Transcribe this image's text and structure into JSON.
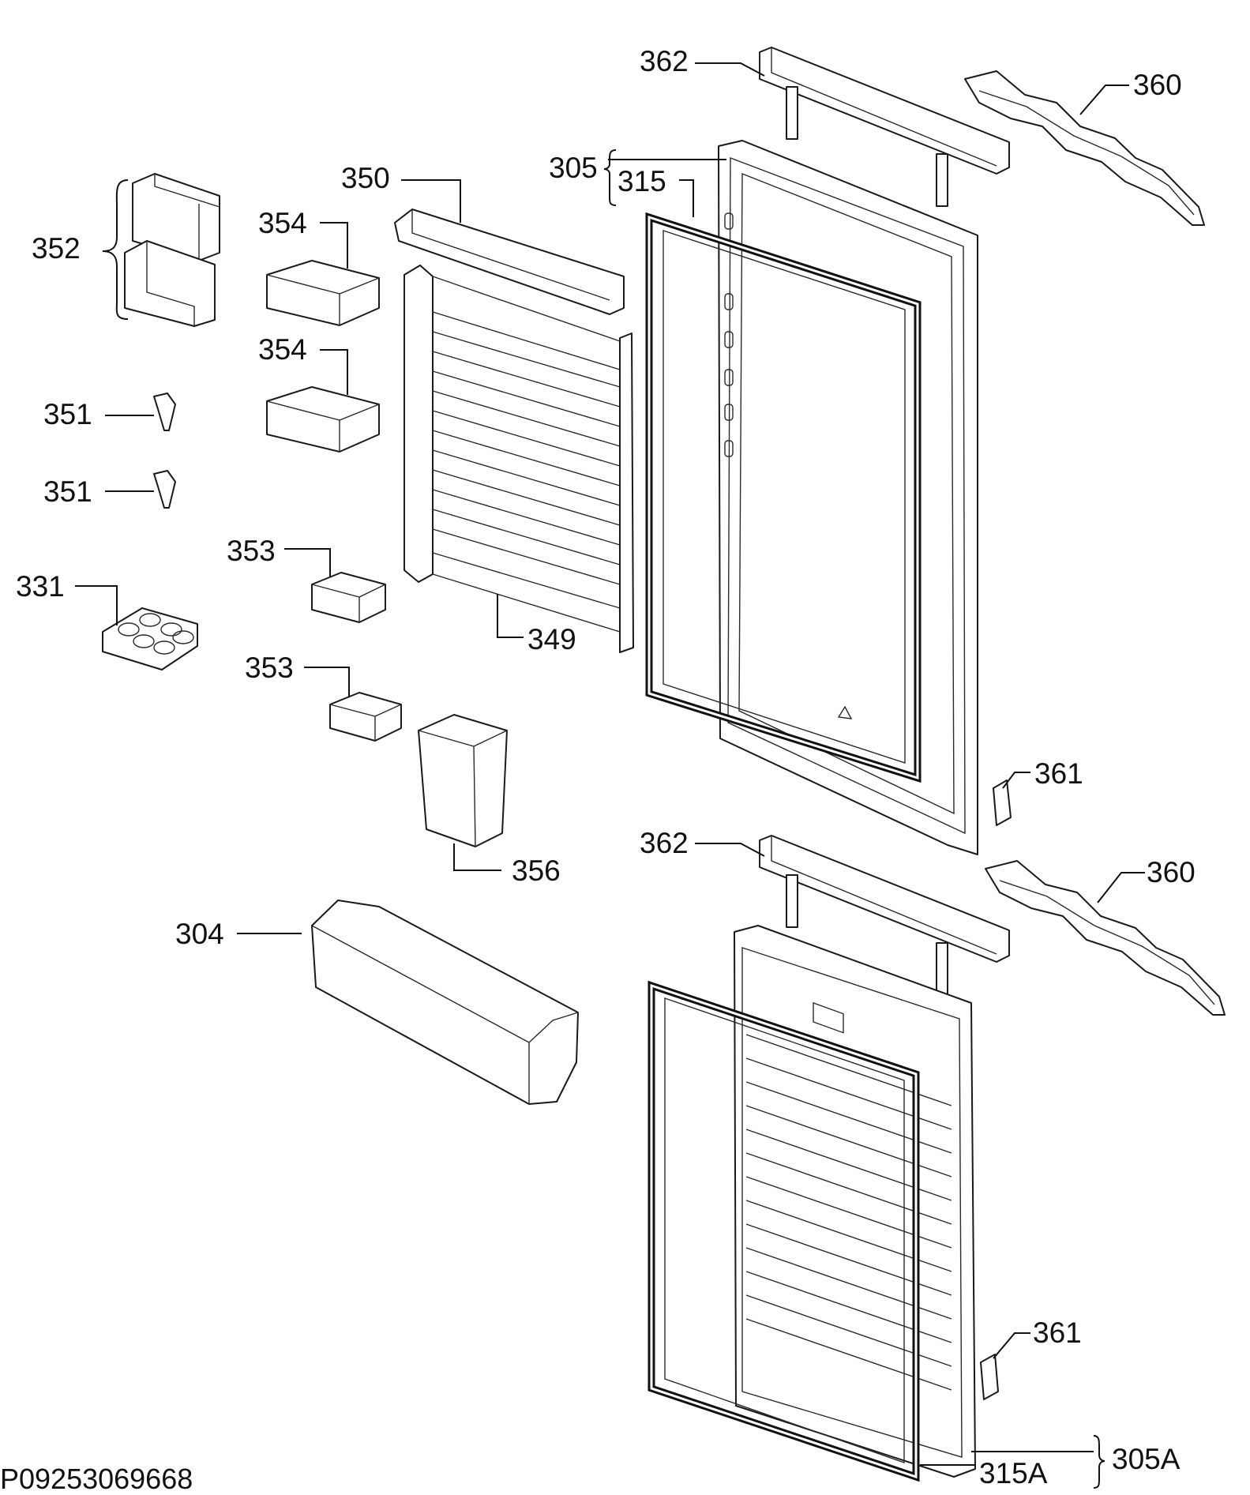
{
  "diagram_code": "P09253069668",
  "callouts": {
    "c362_top": "362",
    "c360_top": "360",
    "c305": "305",
    "c315": "315",
    "c350": "350",
    "c352": "352",
    "c354_a": "354",
    "c354_b": "354",
    "c351_a": "351",
    "c351_b": "351",
    "c353_a": "353",
    "c353_b": "353",
    "c331": "331",
    "c349": "349",
    "c361_top": "361",
    "c362_bottom": "362",
    "c360_bottom": "360",
    "c356": "356",
    "c304": "304",
    "c361_bottom": "361",
    "c305A": "305A",
    "c315A": "315A"
  }
}
